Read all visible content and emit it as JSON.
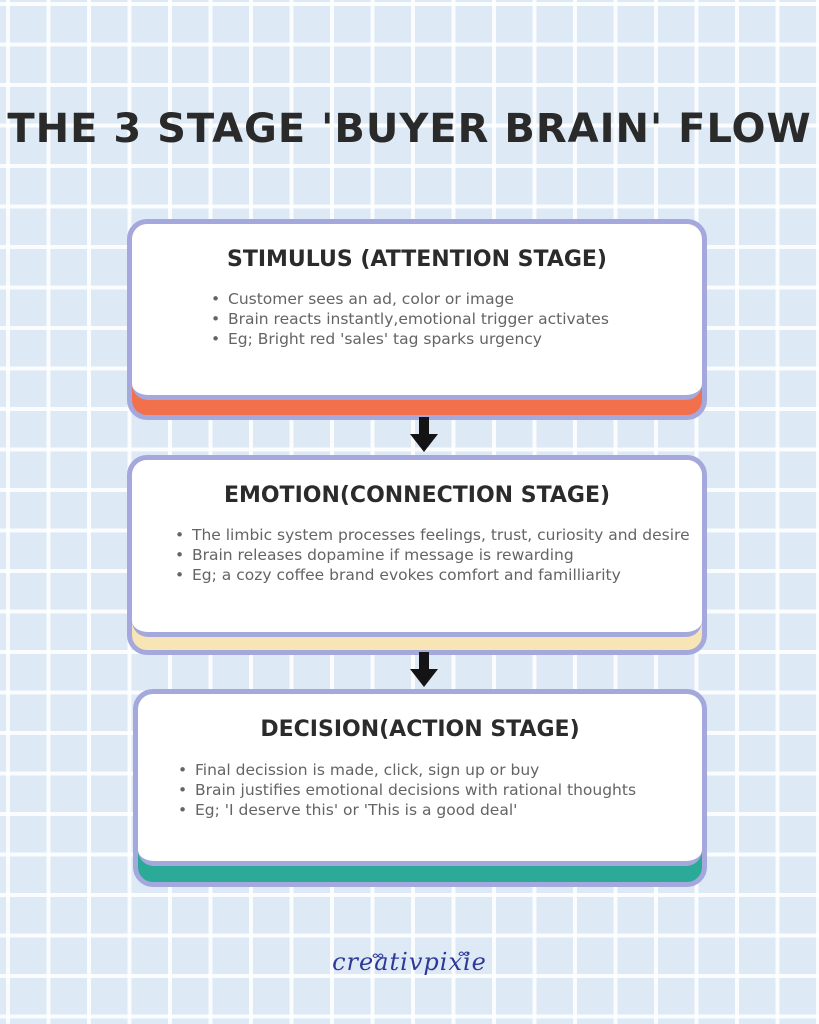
{
  "title": "THE 3 STAGE 'BUYER BRAIN' FLOW",
  "colors": {
    "background": "#dde9f5",
    "card_border": "#a4a8dc",
    "stage1_accent": "#f2714c",
    "stage2_accent": "#f7e5b6",
    "stage3_accent": "#2bab97",
    "arrow": "#141414",
    "logo": "#2e3898"
  },
  "stages": [
    {
      "heading": "STIMULUS (ATTENTION STAGE)",
      "bullets": [
        "Customer sees an ad, color or image",
        "Brain reacts instantly,emotional trigger activates",
        "Eg; Bright red 'sales' tag sparks urgency"
      ]
    },
    {
      "heading": "EMOTION(CONNECTION STAGE)",
      "bullets": [
        "The limbic system processes feelings, trust, curiosity and desire",
        "Brain releases dopamine if message is rewarding",
        "Eg; a cozy coffee brand evokes comfort and familliarity"
      ]
    },
    {
      "heading": "DECISION(ACTION STAGE)",
      "bullets": [
        "Final decission is made, click, sign up or buy",
        "Brain justifies emotional decisions with rational thoughts",
        "Eg; 'I deserve this' or 'This is a good deal'"
      ]
    }
  ],
  "arrows": [
    "arrow-down-icon",
    "arrow-down-icon"
  ],
  "logo": {
    "text": "creativpixie",
    "decor": "butterfly-icon"
  }
}
